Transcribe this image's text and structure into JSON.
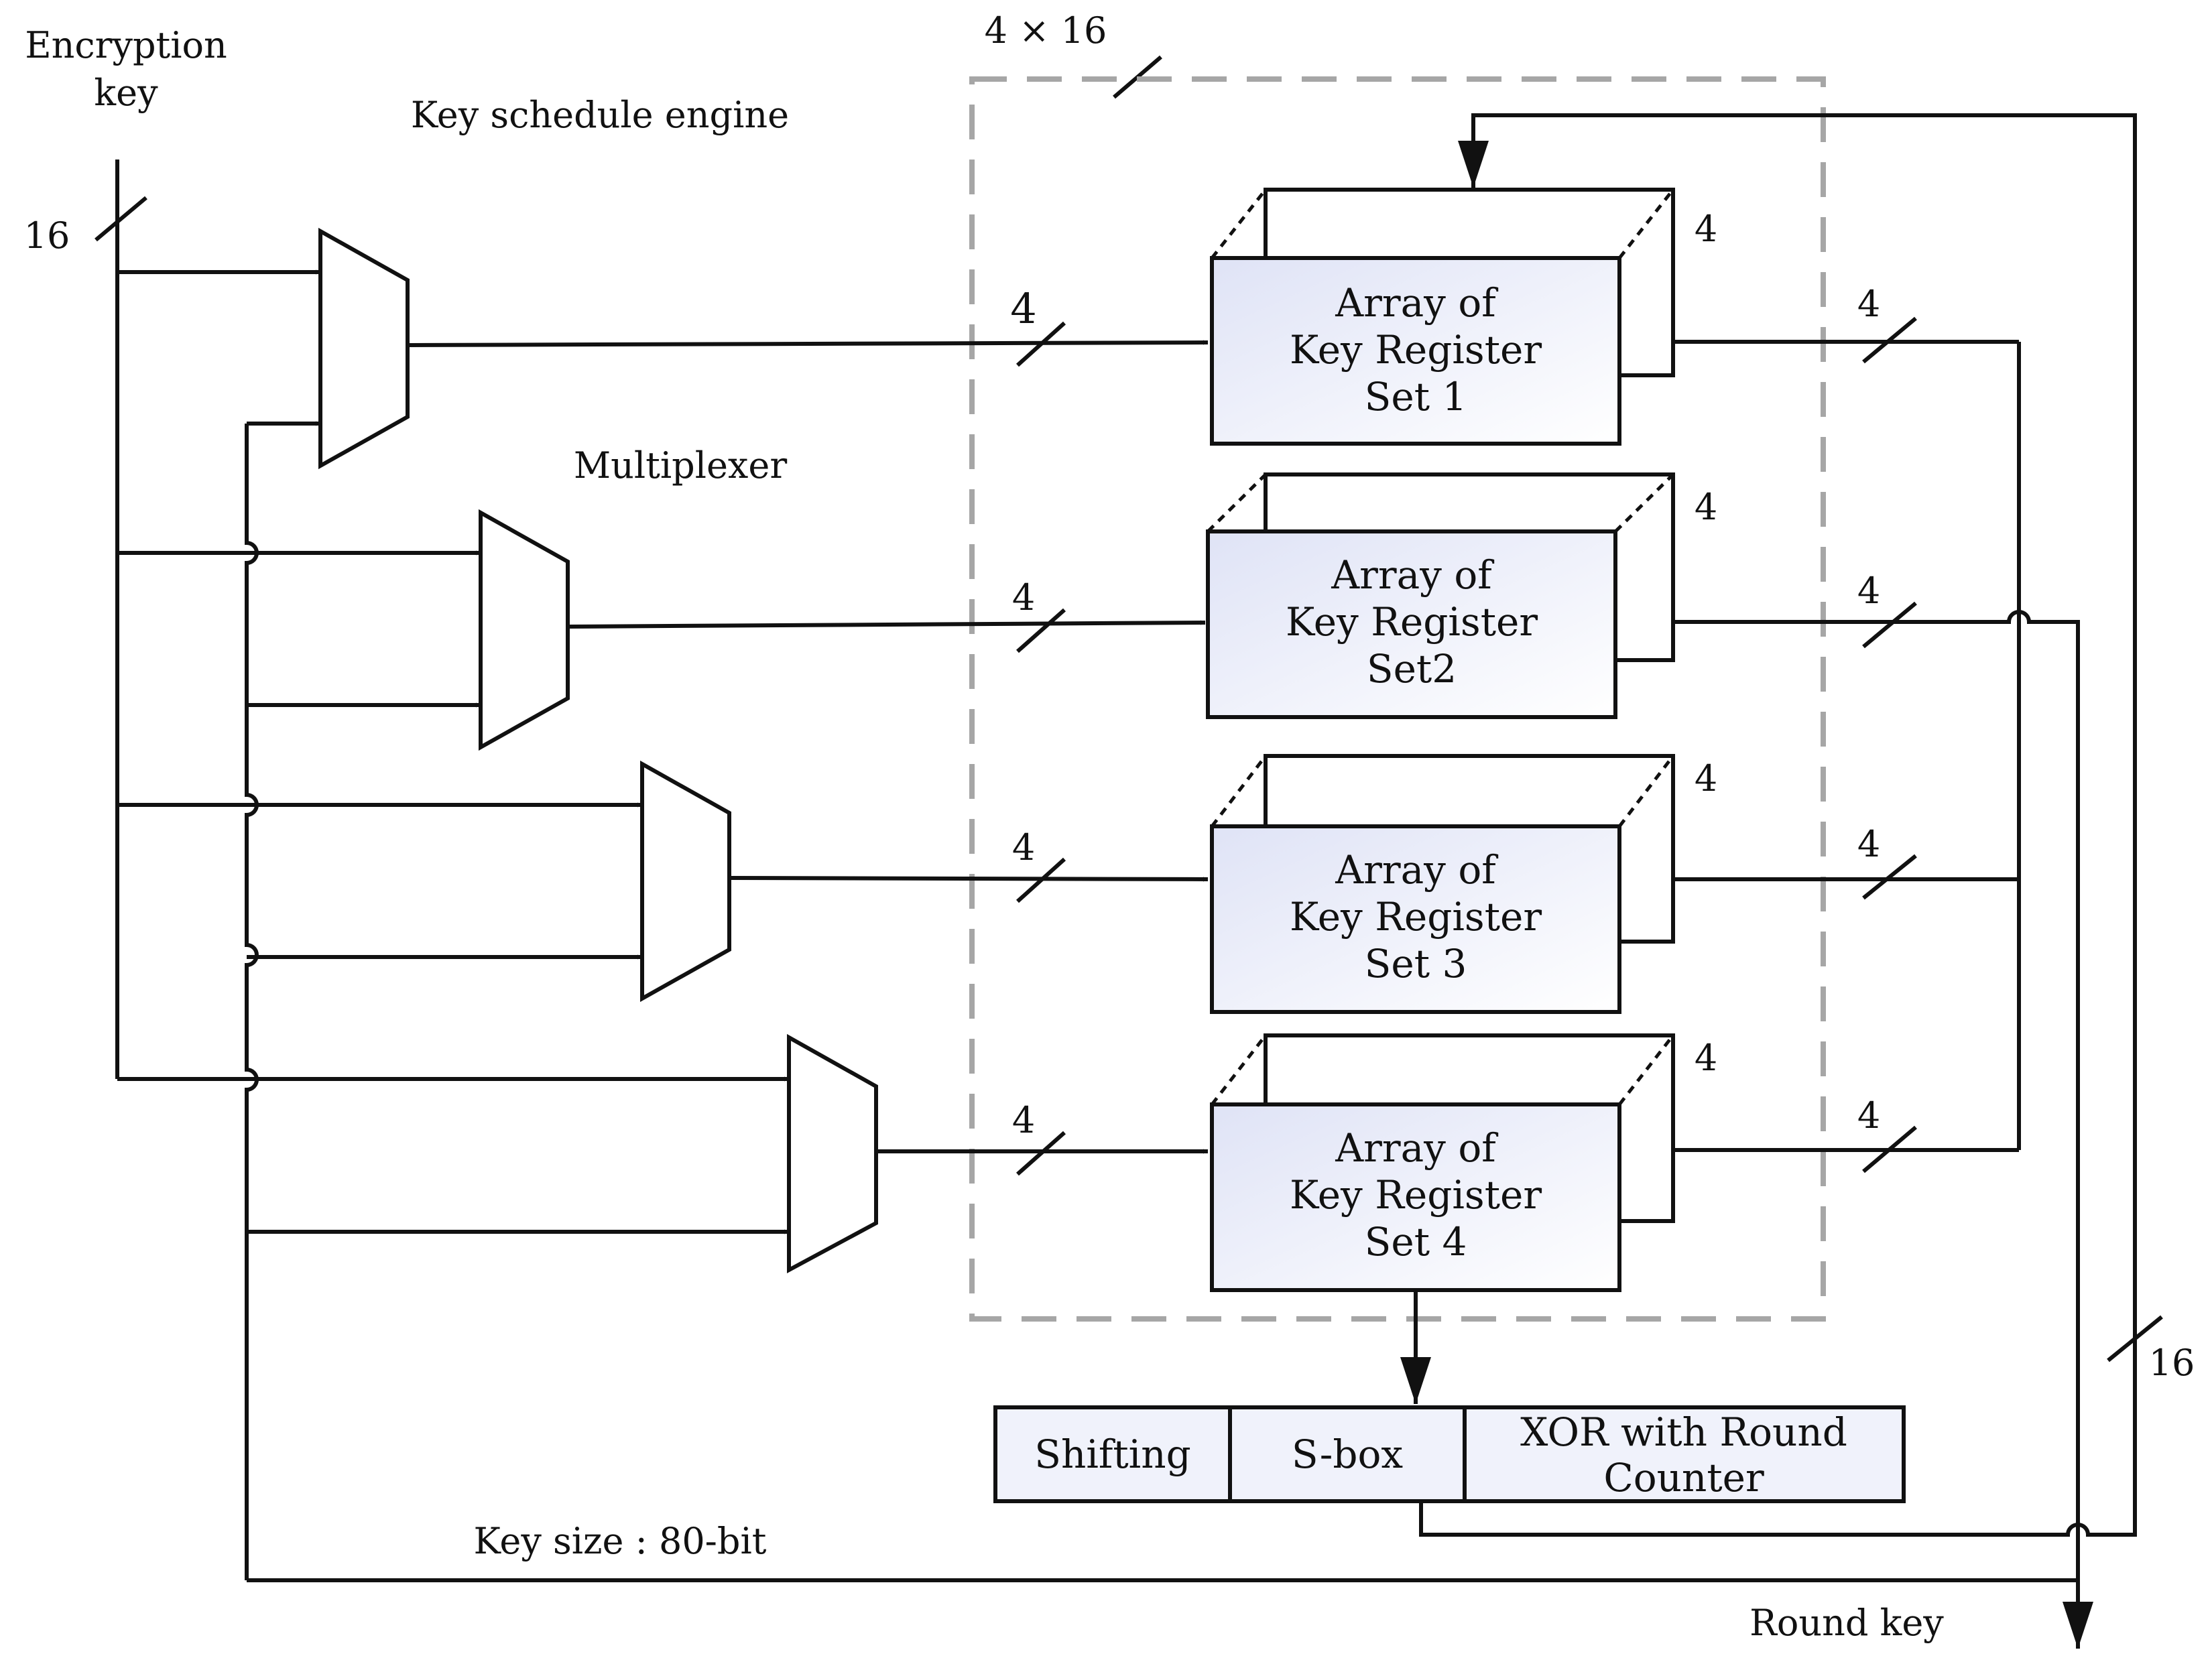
{
  "labels": {
    "encryption_key": [
      "Encryption",
      "key"
    ],
    "key_width": "16",
    "key_schedule_engine": "Key schedule engine",
    "multiplexer": "Multiplexer",
    "bus_4x16": "4 × 16",
    "key_size": "Key size : 80-bit",
    "round_key": "Round key",
    "output_width": "16"
  },
  "register_sets": [
    {
      "lines": [
        "Array of",
        "Key Register",
        "Set 1"
      ],
      "in_width": "4",
      "stack_width": "4",
      "out_width": "4"
    },
    {
      "lines": [
        "Array of",
        "Key Register",
        "Set2"
      ],
      "in_width": "4",
      "stack_width": "4",
      "out_width": "4"
    },
    {
      "lines": [
        "Array of",
        "Key Register",
        "Set 3"
      ],
      "in_width": "4",
      "stack_width": "4",
      "out_width": "4"
    },
    {
      "lines": [
        "Array of",
        "Key Register",
        "Set 4"
      ],
      "in_width": "4",
      "stack_width": "4",
      "out_width": "4"
    }
  ],
  "pipeline": {
    "shifting": "Shifting",
    "sbox": "S-box",
    "xor": [
      "XOR with Round",
      "Counter"
    ]
  }
}
